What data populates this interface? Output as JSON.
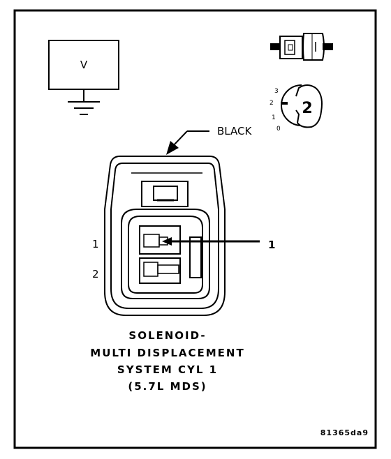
{
  "voltmeter": {
    "symbol": "V"
  },
  "wire_color": "BLACK",
  "view_icon": {
    "position_labels": [
      "3",
      "2",
      "1",
      "0"
    ],
    "view_number": "2"
  },
  "cavities": {
    "left_labels": [
      "1",
      "2"
    ],
    "callout_number": "1"
  },
  "caption": [
    "SOLENOID-",
    "MULTI DISPLACEMENT",
    "SYSTEM CYL 1",
    "(5.7L MDS)"
  ],
  "figure_id": "81365da9",
  "colors": {
    "line": "#000000",
    "background": "#ffffff"
  }
}
